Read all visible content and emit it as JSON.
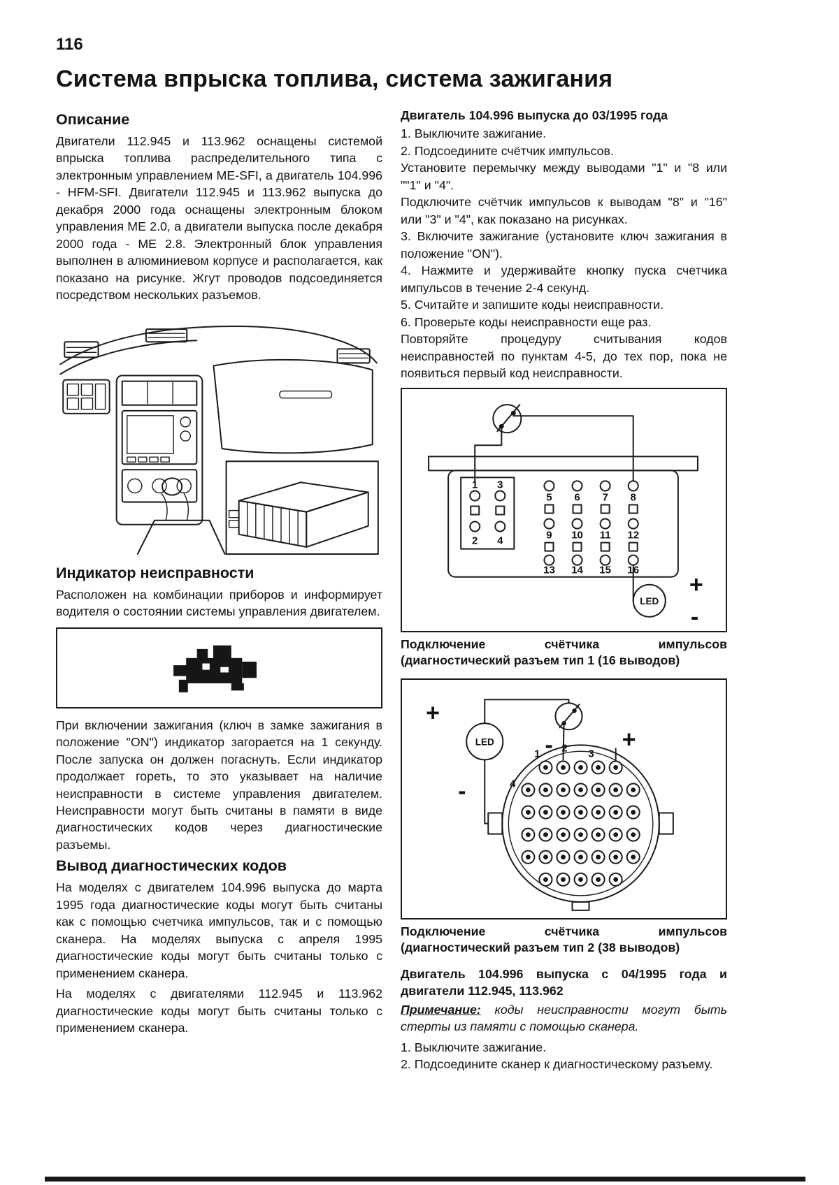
{
  "page": {
    "number": "116",
    "title": "Система впрыска топлива, система зажигания"
  },
  "left": {
    "description_heading": "Описание",
    "description_text": "Двигатели 112.945 и 113.962 оснащены системой впрыска топлива распределительного типа с электронным управлением ME-SFI, а двигатель 104.996 - HFM-SFI. Двигатели 112.945 и 113.962 выпуска до декабря 2000 года оснащены электронным блоком управления ME 2.0, а двигатели выпуска после декабря 2000 года - ME 2.8. Электронный блок управления выполнен в алюминиевом корпусе и располагается, как показано на рисунке. Жгут проводов подсоединяется посредством нескольких разъемов.",
    "indicator_heading": "Индикатор неисправности",
    "indicator_text": "Расположен на комбинации приборов и информирует водителя о состоянии системы управления двигателем.",
    "indicator_text2": "При включении зажигания (ключ в замке зажигания в положение \"ON\") индикатор загорается на 1 секунду. После запуска он должен погаснуть. Если индикатор продолжает гореть, то это указывает на наличие неисправности в системе управления двигателем. Неисправности могут быть считаны в памяти в виде диагностических кодов через диагностические разъемы.",
    "codes_heading": "Вывод диагностических кодов",
    "codes_text1": "На моделях с двигателем 104.996 выпуска до марта 1995 года диагностические коды могут быть считаны как с помощью счетчика импульсов, так и с помощью сканера. На моделях выпуска с апреля 1995 диагностические коды могут быть считаны только с применением сканера.",
    "codes_text2": "На моделях с двигателями 112.945 и 113.962 диагностические коды могут быть считаны только с применением сканера."
  },
  "right": {
    "engine_heading1": "Двигатель 104.996 выпуска до 03/1995 года",
    "steps1": [
      "1. Выключите зажигание.",
      "2. Подсоедините счётчик импульсов.",
      "Установите перемычку между выводами \"1\" и \"8 или \"\"1\" и \"4\".",
      "Подключите счётчик импульсов к выводам \"8\" и \"16\" или \"3\" и \"4\", как показано на рисунках.",
      "3. Включите зажигание (установите ключ зажигания в положение \"ON\").",
      "4. Нажмите и удерживайте кнопку пуска счетчика импульсов в течение 2-4 секунд.",
      "5. Считайте и запишите коды неисправности.",
      "6. Проверьте коды неисправности еще раз.",
      "Повторяйте процедуру считывания кодов неисправностей по пунктам 4-5, до тех пор, пока не появиться первый код неисправности."
    ],
    "figure1_caption": "Подключение счётчика импульсов (диагностический разъем тип 1 (16 выводов)",
    "figure2_caption": "Подключение счётчика импульсов (диагностический разъем тип 2 (38 выводов)",
    "engine_heading2": "Двигатель 104.996 выпуска с 04/1995 года и двигатели 112.945, 113.962",
    "note_label": "Примечание:",
    "note_text": " коды неисправности могут быть стерты из памяти с помощью сканера.",
    "steps2": [
      "1. Выключите зажигание.",
      "2. Подсоедините сканер к диагностическому разъему."
    ]
  },
  "figures": {
    "led": "LED",
    "plus": "+",
    "minus": "-",
    "c1_pins": [
      "1",
      "3",
      "2",
      "4",
      "5",
      "6",
      "7",
      "8",
      "9",
      "10",
      "11",
      "12",
      "13",
      "14",
      "15",
      "16"
    ],
    "c2_labels": [
      "1",
      "2",
      "3",
      "4"
    ]
  }
}
